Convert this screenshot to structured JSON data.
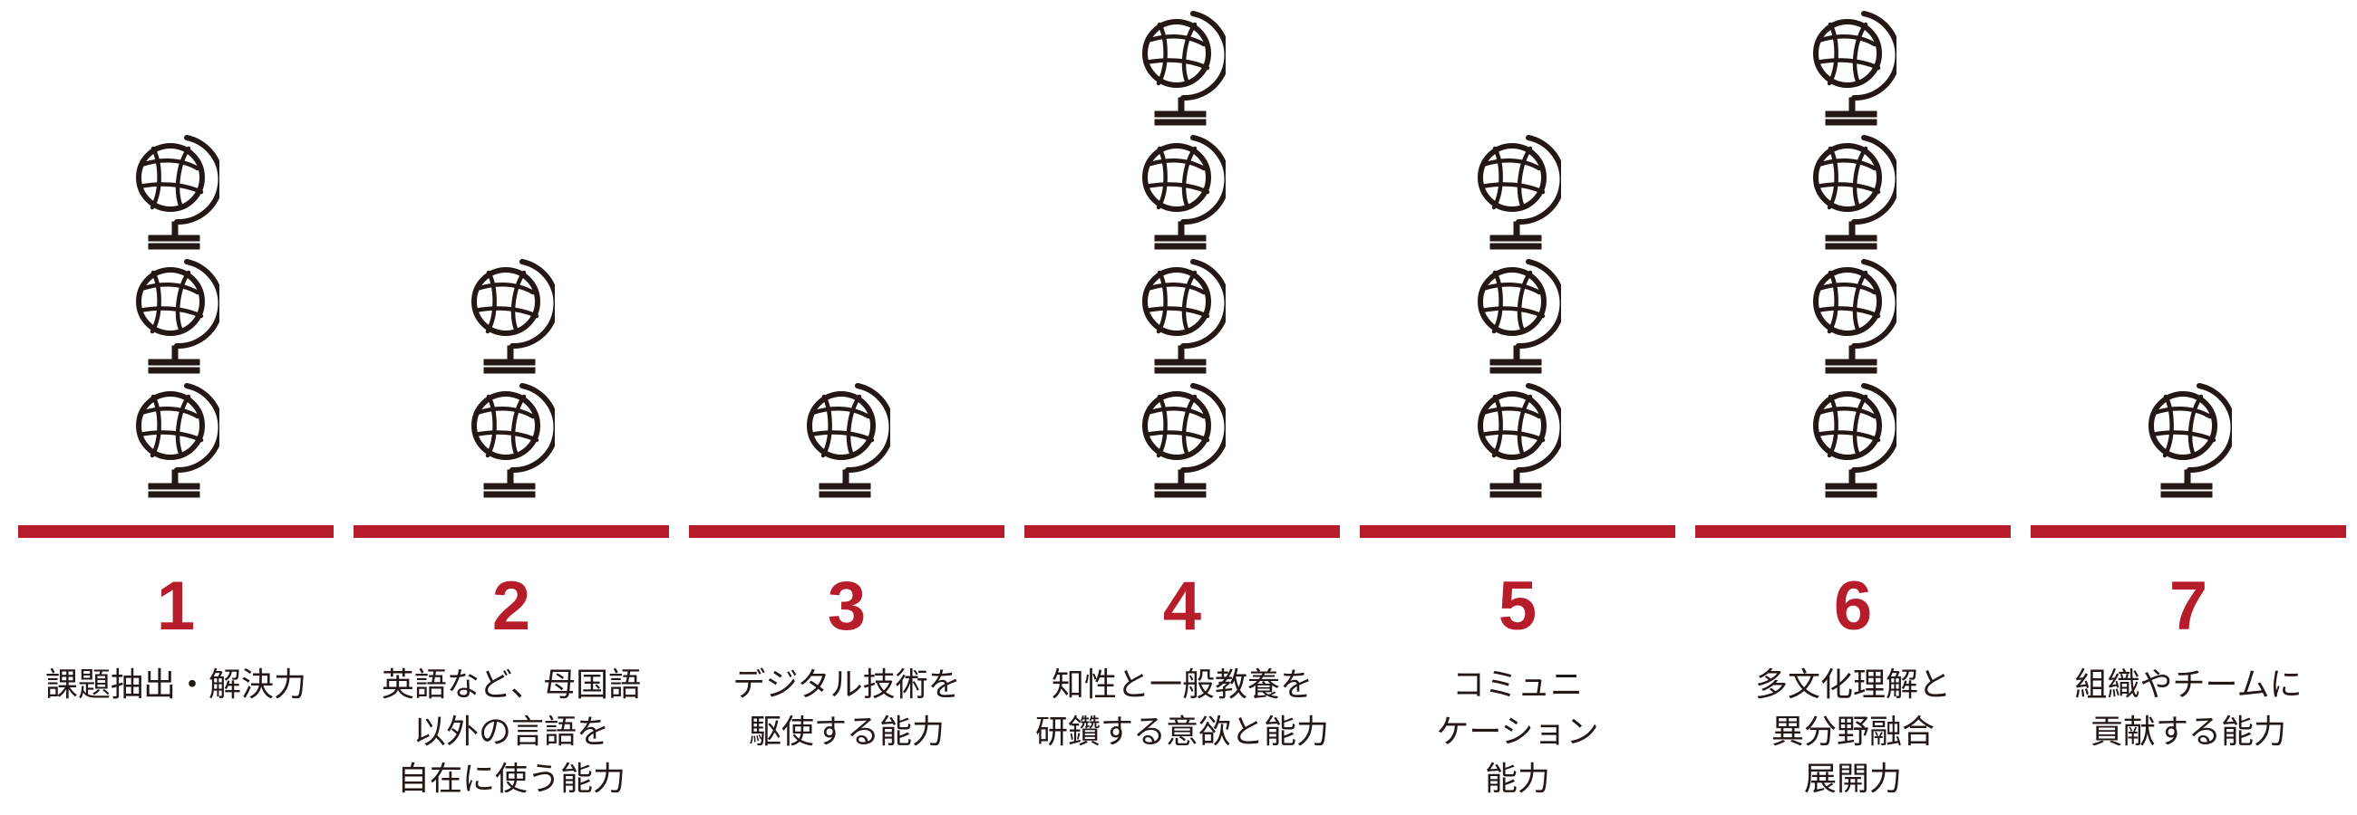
{
  "chart_data": {
    "type": "pictograph",
    "title": "",
    "xlabel": "",
    "ylabel": "",
    "icon": "globe-icon",
    "ylim": [
      0,
      4
    ],
    "categories": [
      "1",
      "2",
      "3",
      "4",
      "5",
      "6",
      "7"
    ],
    "labels": [
      [
        "課題抽出・解決力"
      ],
      [
        "英語など、母国語",
        "以外の言語を",
        "自在に使う能力"
      ],
      [
        "デジタル技術を",
        "駆使する能力"
      ],
      [
        "知性と一般教養を",
        "研鑽する意欲と能力"
      ],
      [
        "コミュニ",
        "ケーション",
        "能力"
      ],
      [
        "多文化理解と",
        "異分野融合",
        "展開力"
      ],
      [
        "組織やチームに",
        "貢献する能力"
      ]
    ],
    "values": [
      3,
      2,
      1,
      4,
      3,
      4,
      1
    ],
    "colors": {
      "bar": "#b71c2b",
      "number": "#b71c2b",
      "icon": "#231815",
      "text": "#231815"
    }
  }
}
